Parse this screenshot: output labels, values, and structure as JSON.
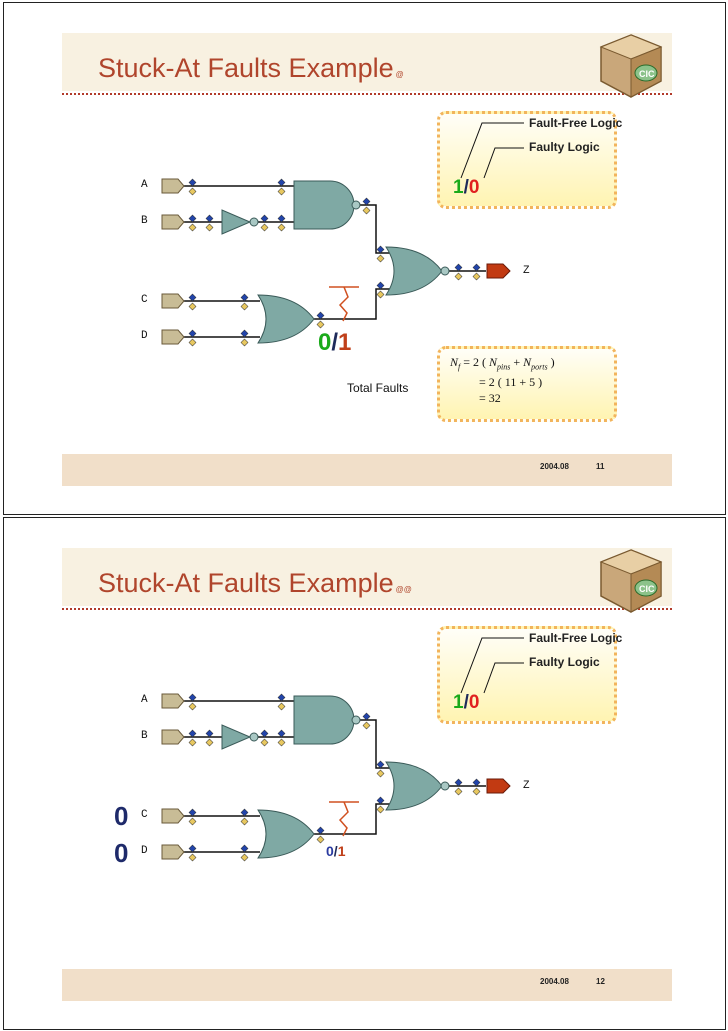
{
  "slides": [
    {
      "title": "Stuck-At Faults Example",
      "title_mark": "@",
      "legend": {
        "fault_free": "Fault-Free Logic",
        "faulty": "Faulty Logic",
        "good_value": "1",
        "slash": "/",
        "bad_value": "0"
      },
      "pins": {
        "a": "A",
        "b": "B",
        "c": "C",
        "d": "D",
        "z": "Z"
      },
      "fault_value": {
        "good": "0",
        "slash": "/",
        "bad": "1"
      },
      "total_faults_label": "Total Faults",
      "formula": {
        "line1_nf": "N",
        "line1_nf_sub": "f",
        "line1_eq": " =  2 ( ",
        "line1_npins": "N",
        "line1_npins_sub": "pins",
        "line1_plus": " + ",
        "line1_nports": "N",
        "line1_nports_sub": "ports",
        "line1_close": " )",
        "line2": "=  2 ( 11 + 5 )",
        "line3": "= 32"
      },
      "date": "2004.08",
      "page": "11"
    },
    {
      "title": "Stuck-At Faults Example",
      "title_mark": "@@",
      "legend": {
        "fault_free": "Fault-Free Logic",
        "faulty": "Faulty Logic",
        "good_value": "1",
        "slash": "/",
        "bad_value": "0"
      },
      "pins": {
        "a": "A",
        "b": "B",
        "c": "C",
        "d": "D",
        "z": "Z"
      },
      "input_c": "0",
      "input_d": "0",
      "fault_value": {
        "good": "0",
        "slash": "/",
        "bad": "1"
      },
      "date": "2004.08",
      "page": "12"
    }
  ],
  "colors": {
    "title": "#b0452c",
    "gate": "#7fa9a4",
    "good": "#1aaa1a",
    "bad": "#e02020",
    "header_bg": "#f8f1e1",
    "footer_bg": "#f1dfc9"
  }
}
